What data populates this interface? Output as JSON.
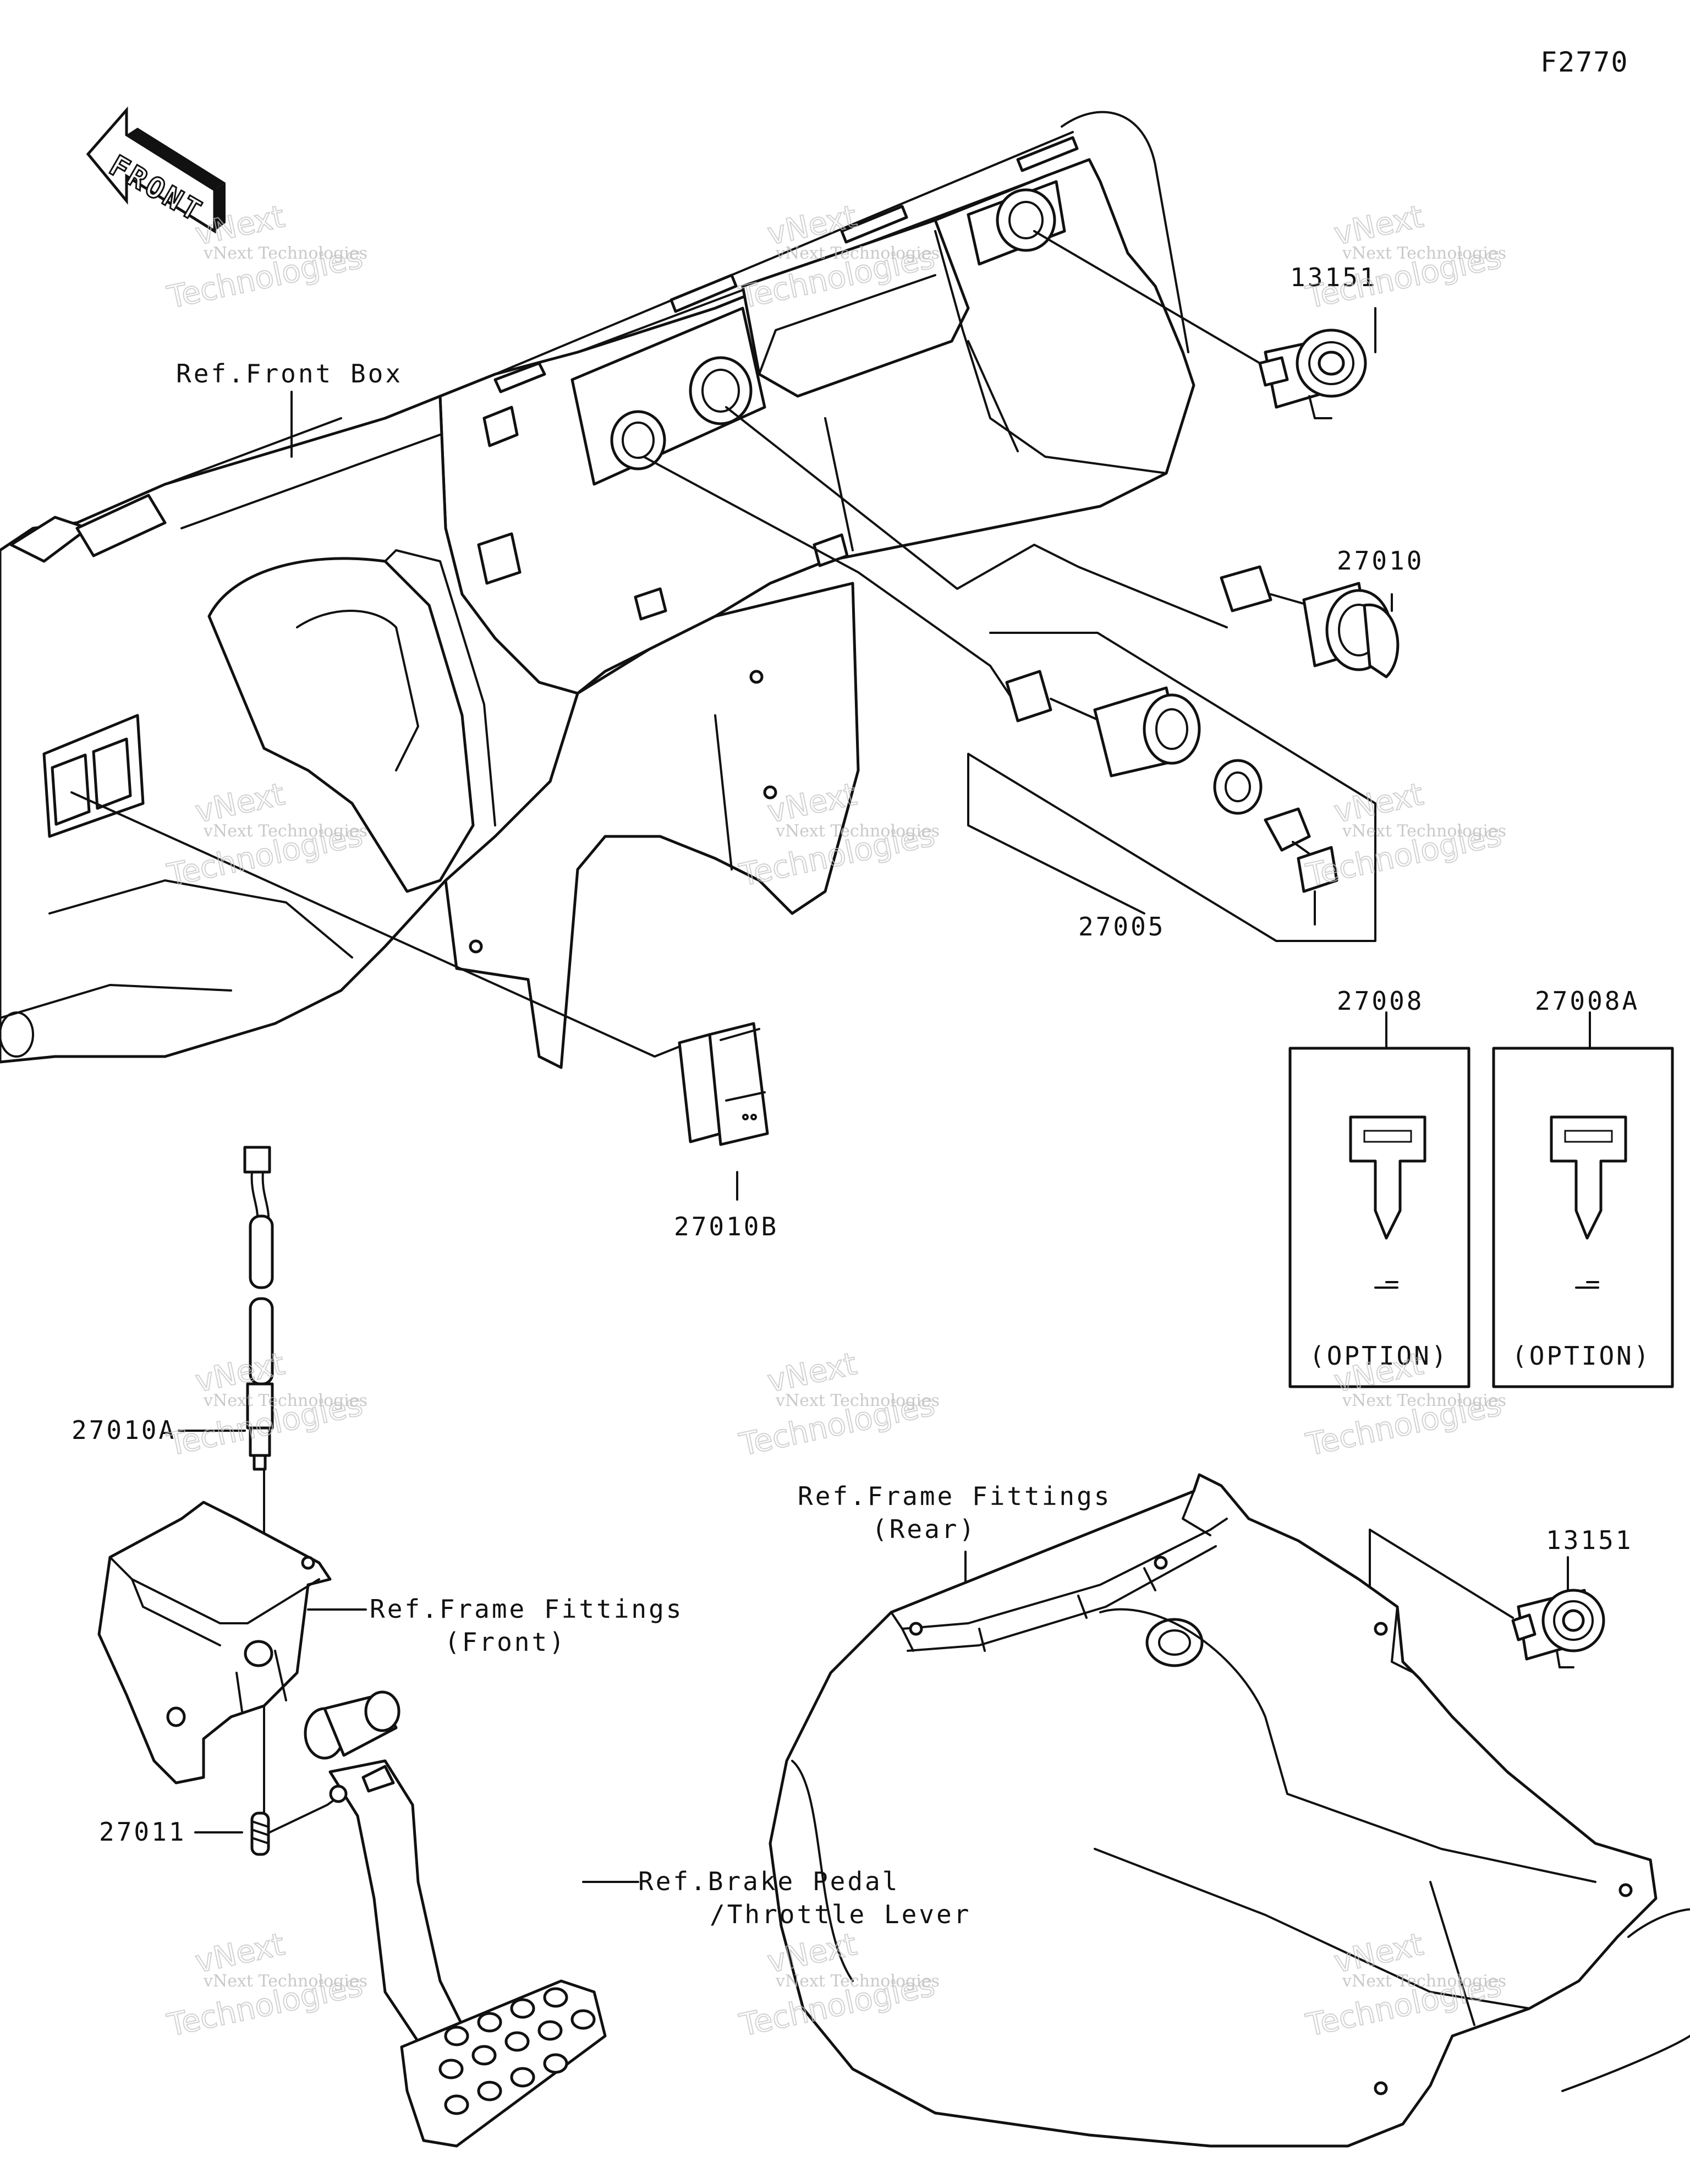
{
  "figure_code": "F2770",
  "front_badge": "FRONT",
  "labels": {
    "ref_front_box": "Ref.Front Box",
    "p13151_top": "13151",
    "p27010": "27010",
    "p27005": "27005",
    "p27008": "27008",
    "p27008a": "27008A",
    "option_1": "(OPTION)",
    "option_2": "(OPTION)",
    "p27010b": "27010B",
    "p27010a": "27010A",
    "p27011": "27011",
    "ref_frame_front_1": "Ref.Frame Fittings",
    "ref_frame_front_2": "(Front)",
    "ref_frame_rear_1": "Ref.Frame Fittings",
    "ref_frame_rear_2": "(Rear)",
    "p13151_bottom": "13151",
    "ref_brake_1": "Ref.Brake Pedal",
    "ref_brake_2": "/Throttle Lever"
  },
  "watermark": {
    "line1": "vNext Technologies",
    "line2": "vNext",
    "line3": "Technologies"
  }
}
